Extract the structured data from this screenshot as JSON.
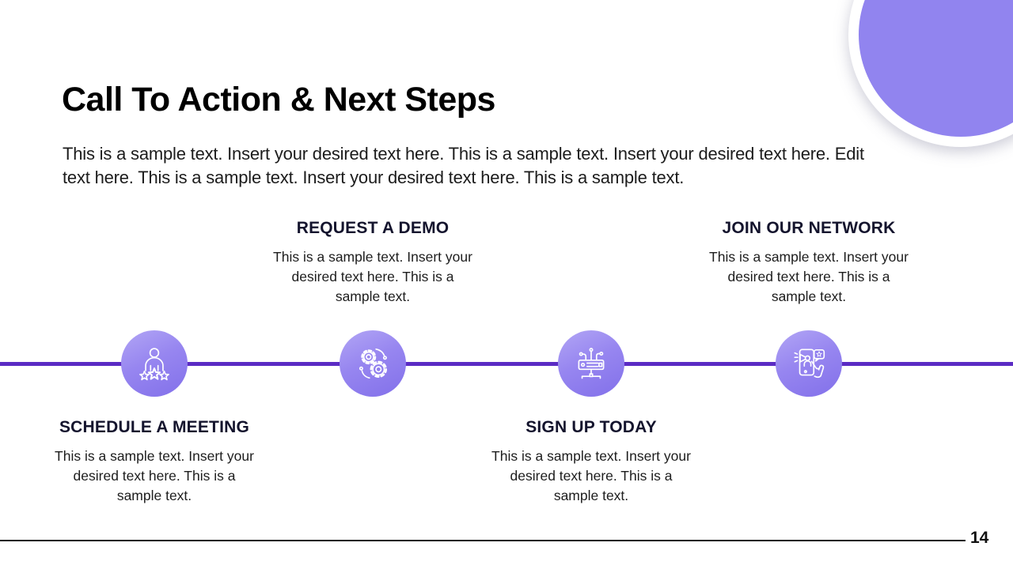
{
  "slide": {
    "title": "Call To Action & Next Steps",
    "intro": "This is a sample text. Insert your desired text here. This is a sample text. Insert your desired text here. Edit text here. This is a sample text. Insert your desired text here. This is a sample text.",
    "page_number": "14"
  },
  "steps": [
    {
      "label": "SCHEDULE A MEETING",
      "description": "This is a sample text. Insert your desired text here. This is a sample text.",
      "icon": "person-rating-icon",
      "text_position": "below"
    },
    {
      "label": "REQUEST A DEMO",
      "description": "This is a sample text. Insert your desired text here. This is a sample text.",
      "icon": "gears-icon",
      "text_position": "above"
    },
    {
      "label": "SIGN UP TODAY",
      "description": "This is a sample text. Insert your desired text here. This is a sample text.",
      "icon": "network-device-icon",
      "text_position": "below"
    },
    {
      "label": "JOIN OUR NETWORK",
      "description": "This is a sample text. Insert your desired text here. This is a sample text.",
      "icon": "phone-promotion-icon",
      "text_position": "above"
    }
  ],
  "colors": {
    "timeline_line": "#5B2BC4",
    "node_gradient_start": "#B2A6F5",
    "node_gradient_end": "#8270EA",
    "decor_circle": "#9184EF",
    "step_label_text": "#14142D",
    "body_text": "#1C1C1C"
  }
}
